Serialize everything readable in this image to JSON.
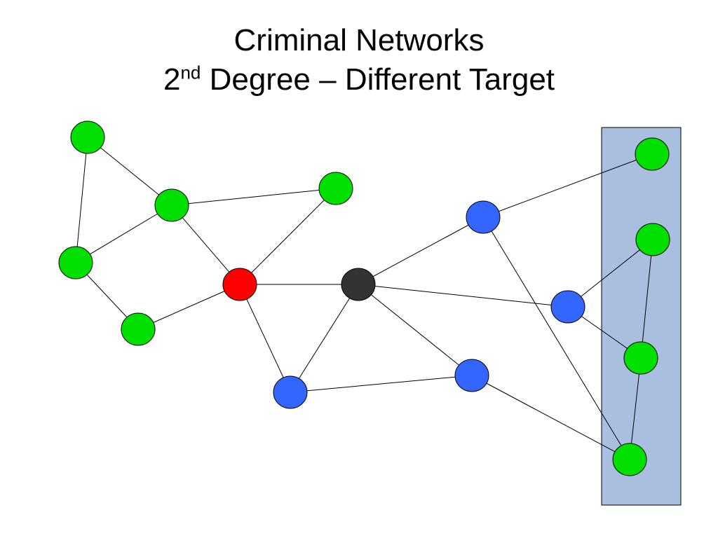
{
  "title": {
    "line1": "Criminal Networks",
    "line2_number": "2",
    "line2_superscript": "nd",
    "line2_rest": " Degree – Different Target"
  },
  "colors": {
    "green": "#00e000",
    "red": "#ff0000",
    "blue": "#3366ff",
    "dark": "#333333",
    "highlight_box": "#a8bfdf",
    "edge": "#000000"
  },
  "nodes": [
    {
      "id": "g1",
      "color": "green"
    },
    {
      "id": "g2",
      "color": "green"
    },
    {
      "id": "g3",
      "color": "green"
    },
    {
      "id": "g4",
      "color": "green"
    },
    {
      "id": "g5",
      "color": "green"
    },
    {
      "id": "red",
      "color": "red"
    },
    {
      "id": "black",
      "color": "dark"
    },
    {
      "id": "b1",
      "color": "blue"
    },
    {
      "id": "b2",
      "color": "blue"
    },
    {
      "id": "b3",
      "color": "blue"
    },
    {
      "id": "b4",
      "color": "blue"
    },
    {
      "id": "rg1",
      "color": "green"
    },
    {
      "id": "rg2",
      "color": "green"
    },
    {
      "id": "rg3",
      "color": "green"
    },
    {
      "id": "rg4",
      "color": "green"
    }
  ],
  "edges": [
    [
      "g1",
      "g2"
    ],
    [
      "g1",
      "g4"
    ],
    [
      "g2",
      "g3"
    ],
    [
      "g2",
      "g4"
    ],
    [
      "g2",
      "red"
    ],
    [
      "g3",
      "red"
    ],
    [
      "g4",
      "g5"
    ],
    [
      "g5",
      "red"
    ],
    [
      "red",
      "black"
    ],
    [
      "red",
      "b3"
    ],
    [
      "black",
      "b3"
    ],
    [
      "black",
      "b1"
    ],
    [
      "black",
      "b2"
    ],
    [
      "black",
      "b4"
    ],
    [
      "b3",
      "b4"
    ],
    [
      "b1",
      "rg1"
    ],
    [
      "b1",
      "rg4"
    ],
    [
      "b2",
      "rg2"
    ],
    [
      "b2",
      "rg3"
    ],
    [
      "b4",
      "rg4"
    ],
    [
      "rg2",
      "rg3"
    ],
    [
      "rg3",
      "rg4"
    ]
  ]
}
